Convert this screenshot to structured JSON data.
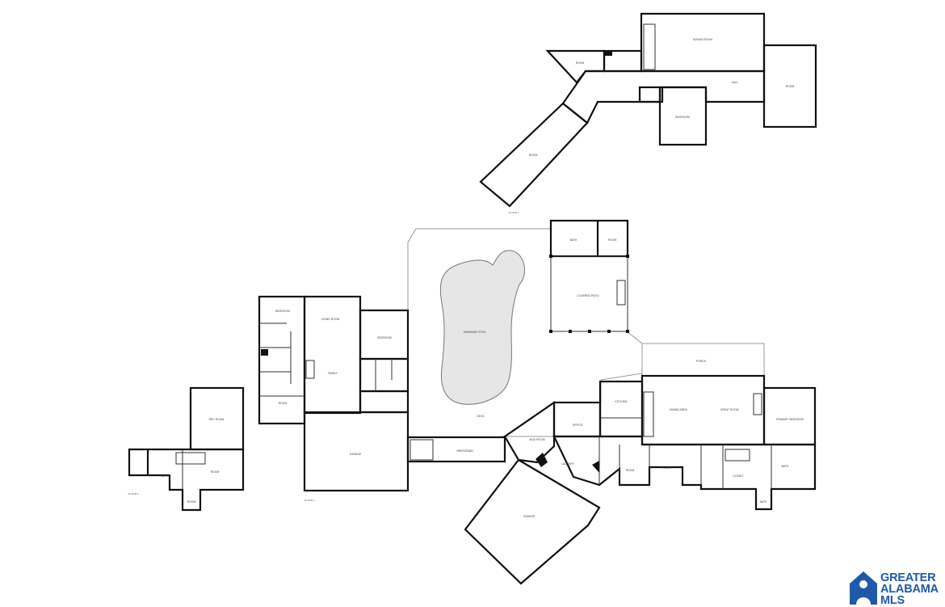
{
  "logo": {
    "line1": "GREATER",
    "line2": "ALABAMA",
    "line3": "MLS",
    "color": "#1e5aa8"
  },
  "colors": {
    "wall": "#111111",
    "pool": "#e6e6e6",
    "deck_outline": "#999999"
  },
  "icons": {
    "logo_mark": "house-person-icon"
  }
}
